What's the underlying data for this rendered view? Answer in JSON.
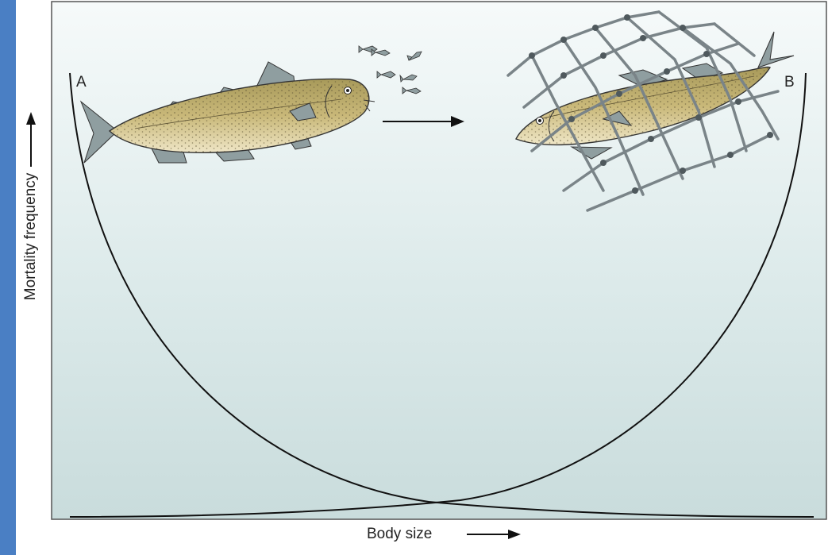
{
  "diagram": {
    "labels": {
      "curve_a": "A",
      "curve_b": "B",
      "y_axis": "Mortality frequency",
      "x_axis": "Body size"
    },
    "colors": {
      "slide_border": "#4a7fc4",
      "panel_top": "#f6fafa",
      "panel_bottom": "#c9dcdc",
      "curve": "#111111",
      "fish_body": "#c7b678",
      "fish_belly": "#eee6c6",
      "fin": "#8f9ea0",
      "net": "#7a8488"
    },
    "icons": [
      "fish-icon",
      "prey-fish-icon",
      "fishing-net-icon",
      "arrow-icon"
    ]
  }
}
